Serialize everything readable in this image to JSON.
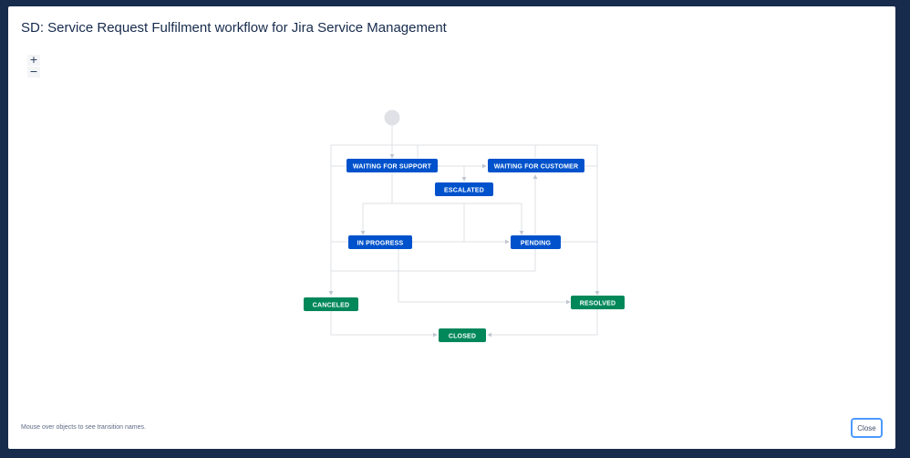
{
  "dialog": {
    "title": "SD: Service Request Fulfilment workflow for Jira Service Management",
    "hint": "Mouse over objects to see transition names.",
    "close_label": "Close"
  },
  "zoom": {
    "in_label": "+",
    "out_label": "−"
  },
  "colors": {
    "backdrop": "#172b4d",
    "status_blue": "#0052cc",
    "status_green": "#00875a",
    "connector": "#dfe1e6",
    "start_node": "#dfe1e6",
    "close_border": "#4c9aff"
  },
  "workflow": {
    "statuses": {
      "waiting_for_support": "WAITING FOR SUPPORT",
      "waiting_for_customer": "WAITING FOR CUSTOMER",
      "escalated": "ESCALATED",
      "in_progress": "IN PROGRESS",
      "pending": "PENDING",
      "canceled": "CANCELED",
      "resolved": "RESOLVED",
      "closed": "CLOSED"
    }
  }
}
